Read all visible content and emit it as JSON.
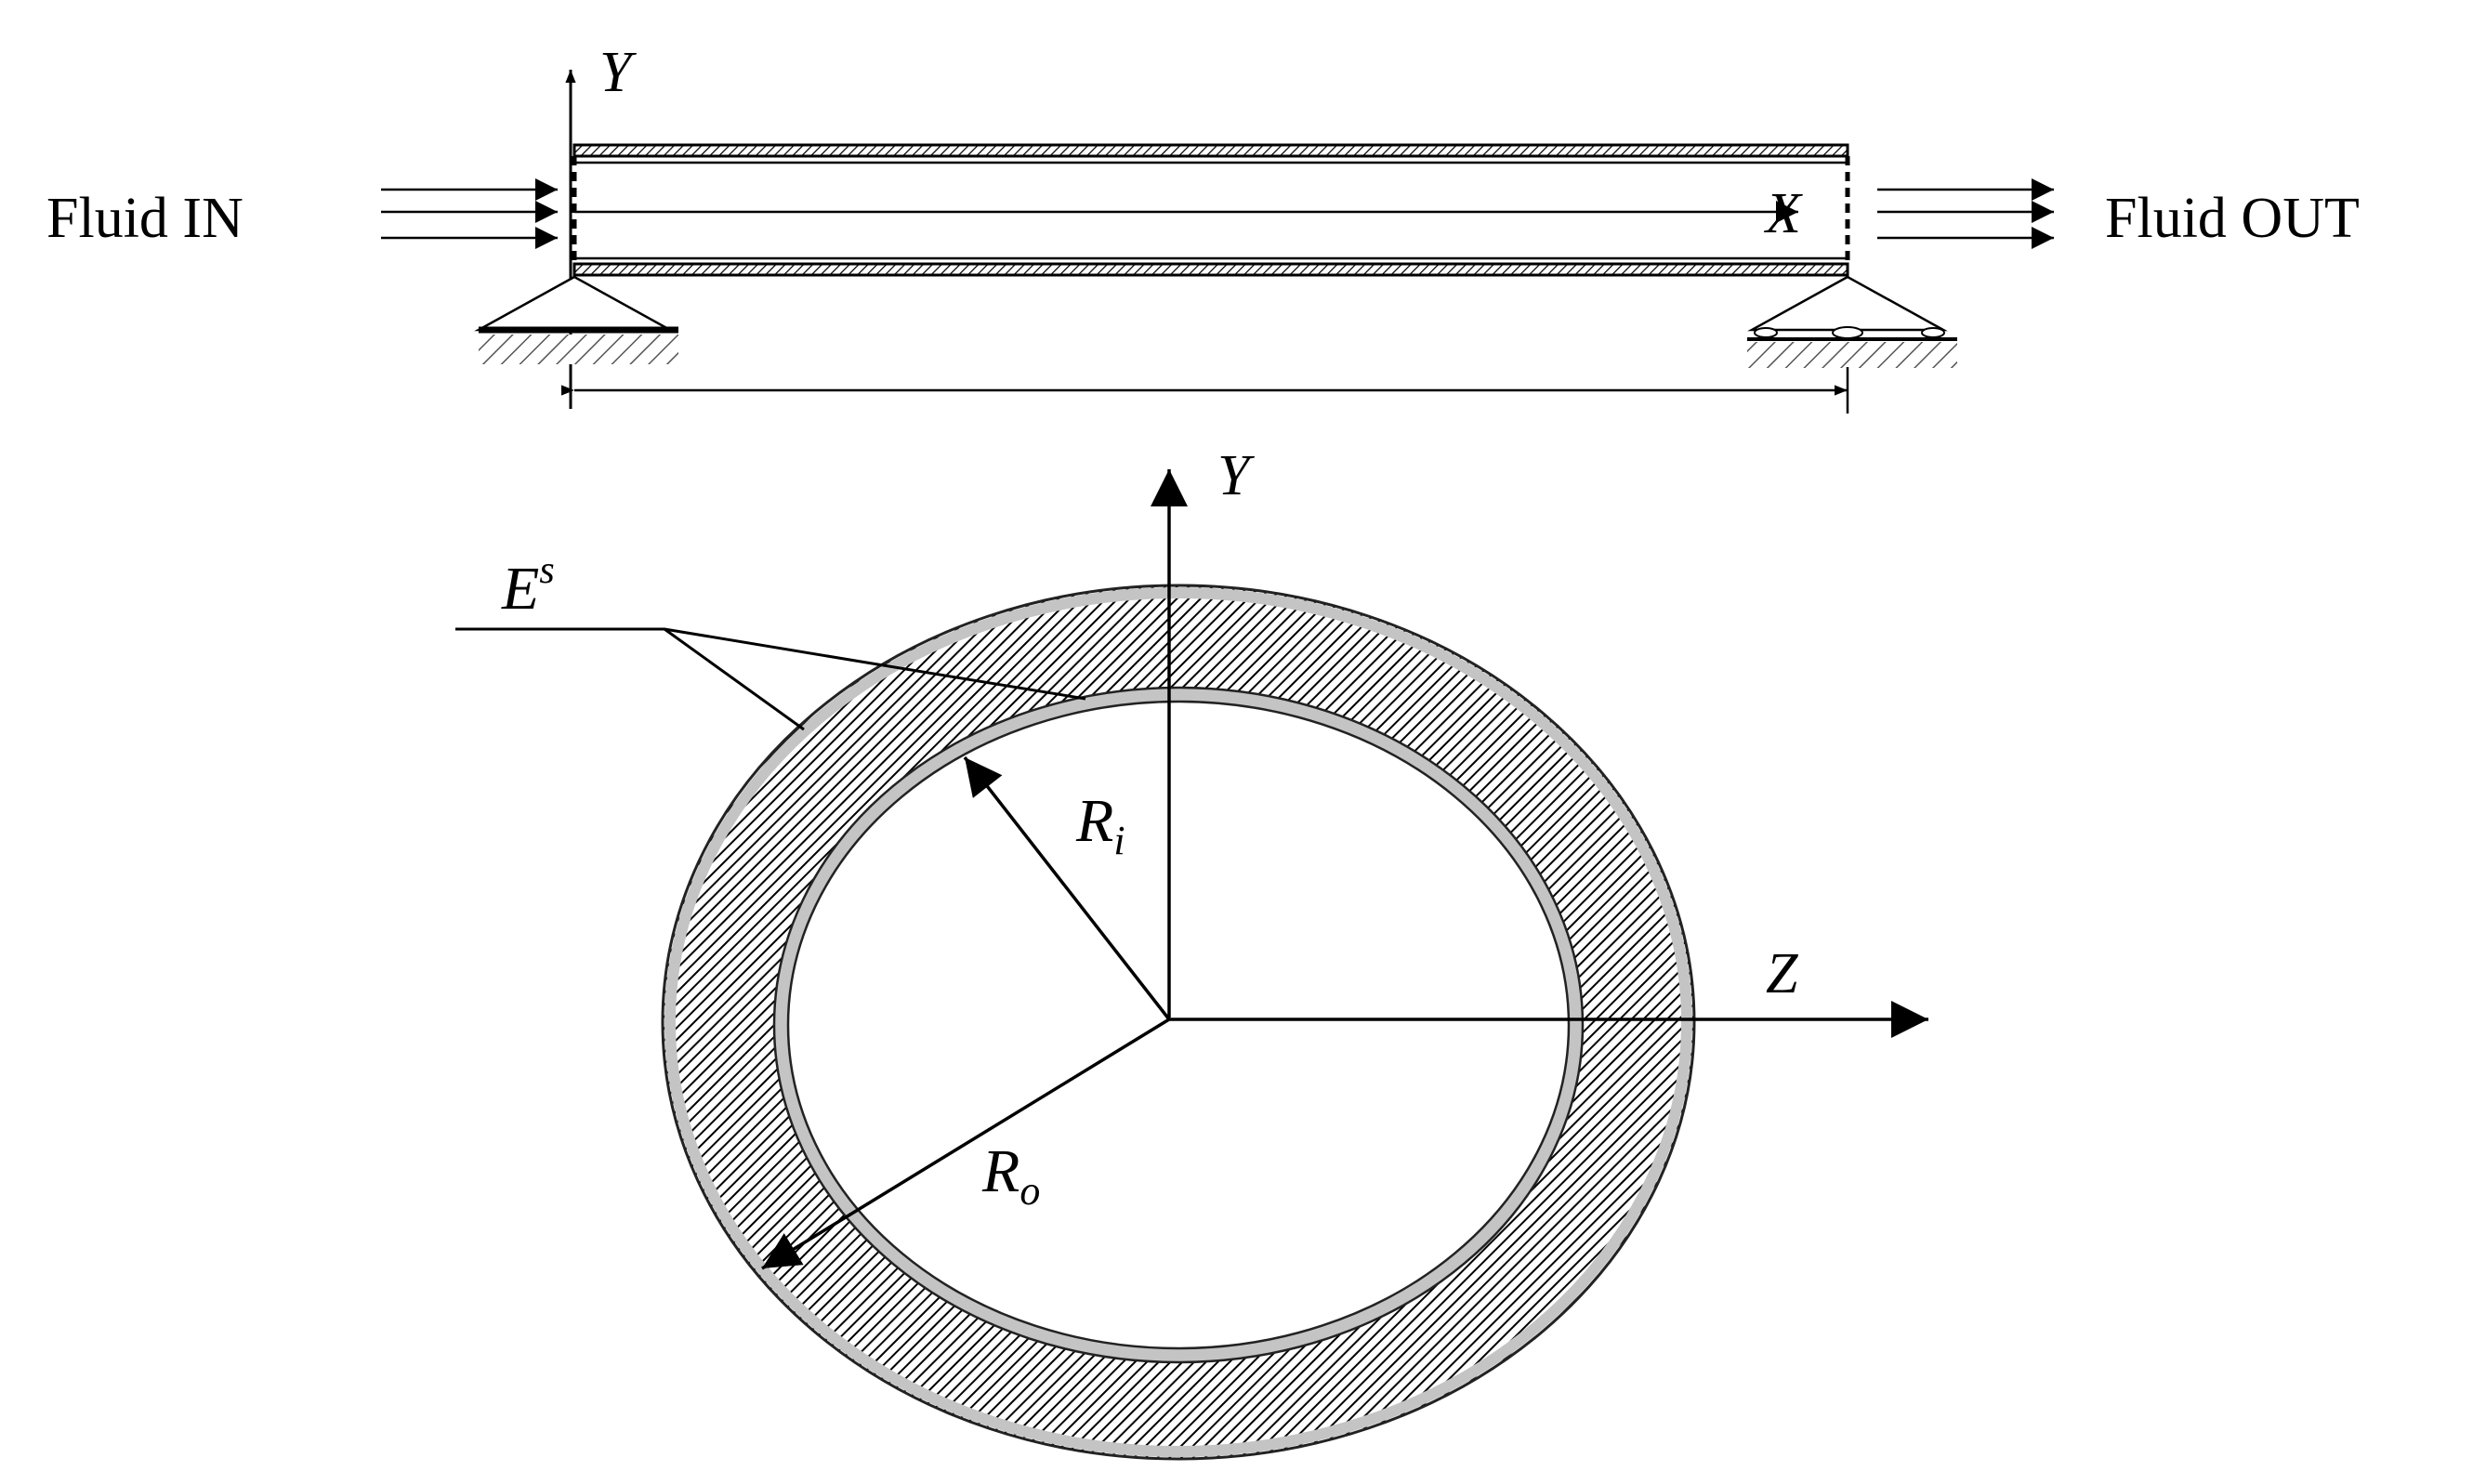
{
  "pipe_view": {
    "inlet_label": "Fluid IN",
    "outlet_label": "Fluid OUT",
    "axis_y_label": "Y",
    "axis_x_label": "X"
  },
  "cross_section": {
    "axis_y_label": "Y",
    "axis_z_label": "Z",
    "material_label_base": "E",
    "material_label_sup": "s",
    "inner_radius_base": "R",
    "inner_radius_sub": "i",
    "outer_radius_base": "R",
    "outer_radius_sub": "o"
  },
  "colors": {
    "line": "#000000",
    "wall_gray": "#c4c4c4",
    "background": "#ffffff"
  }
}
